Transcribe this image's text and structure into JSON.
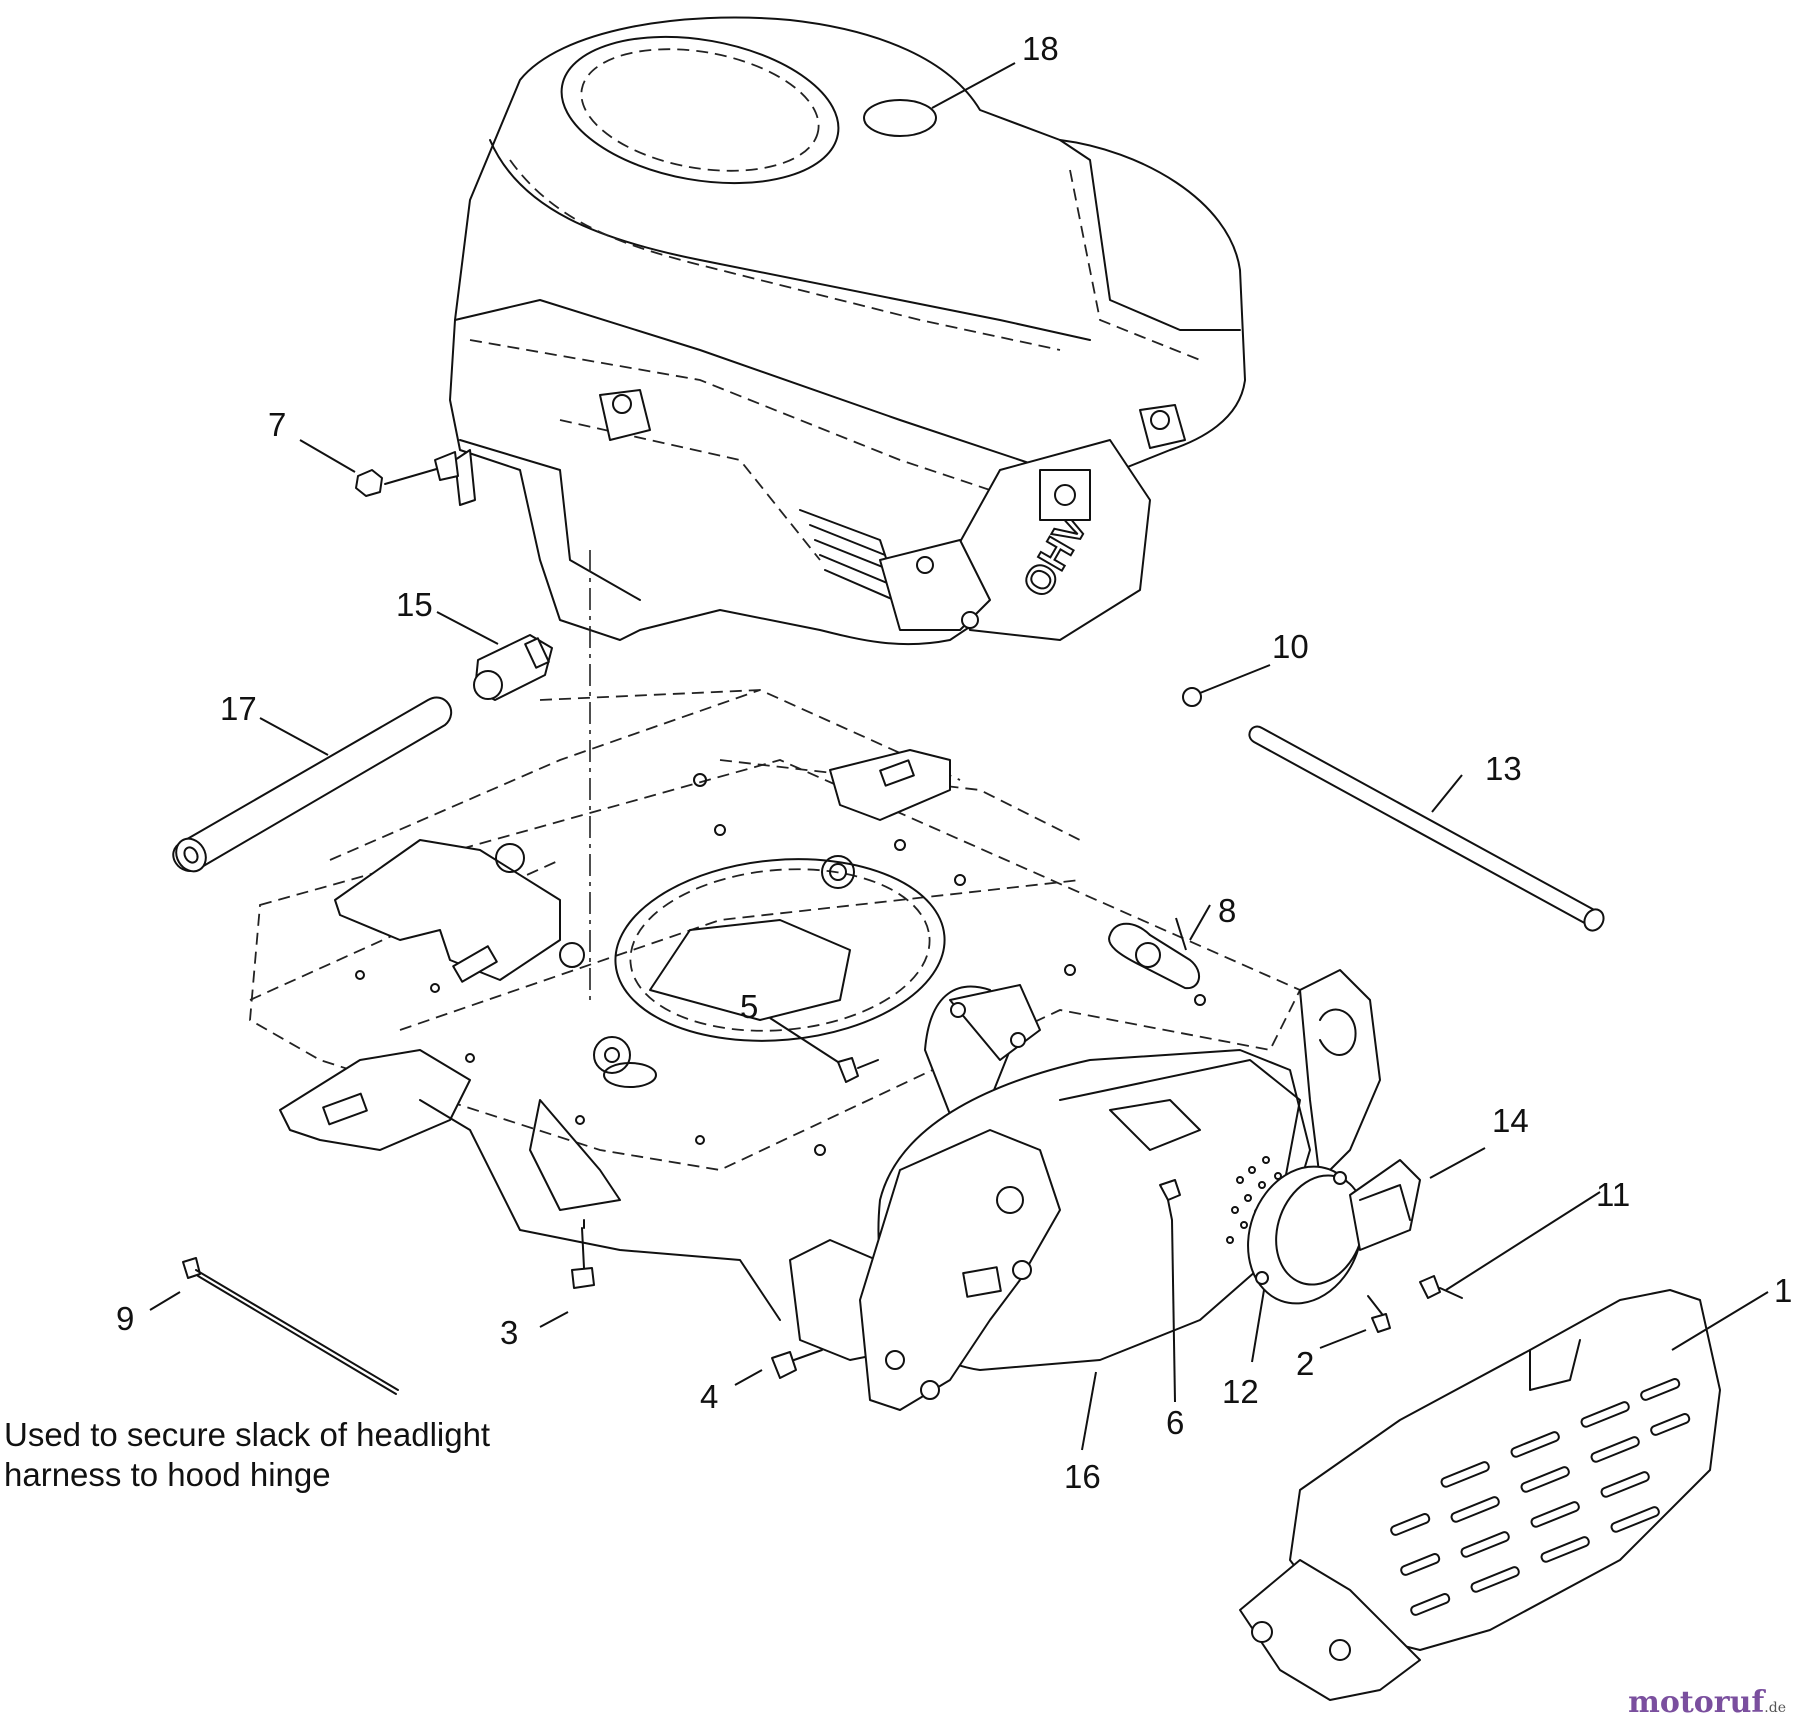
{
  "callouts": [
    {
      "id": "1",
      "label": "1"
    },
    {
      "id": "2",
      "label": "2"
    },
    {
      "id": "3",
      "label": "3"
    },
    {
      "id": "4",
      "label": "4"
    },
    {
      "id": "5",
      "label": "5"
    },
    {
      "id": "6",
      "label": "6"
    },
    {
      "id": "7",
      "label": "7"
    },
    {
      "id": "8",
      "label": "8"
    },
    {
      "id": "9",
      "label": "9"
    },
    {
      "id": "10",
      "label": "10"
    },
    {
      "id": "11",
      "label": "11"
    },
    {
      "id": "12",
      "label": "12"
    },
    {
      "id": "13",
      "label": "13"
    },
    {
      "id": "14",
      "label": "14"
    },
    {
      "id": "15",
      "label": "15"
    },
    {
      "id": "16",
      "label": "16"
    },
    {
      "id": "17",
      "label": "17"
    },
    {
      "id": "18",
      "label": "18"
    }
  ],
  "note": "Used to secure slack of headlight\nharness to hood hinge",
  "engine_marking": "OHV",
  "watermark": {
    "name": "motoruf",
    "tld": ".de"
  },
  "colors": {
    "line": "#111111",
    "background": "#ffffff",
    "watermark": "#7a4f9e"
  }
}
